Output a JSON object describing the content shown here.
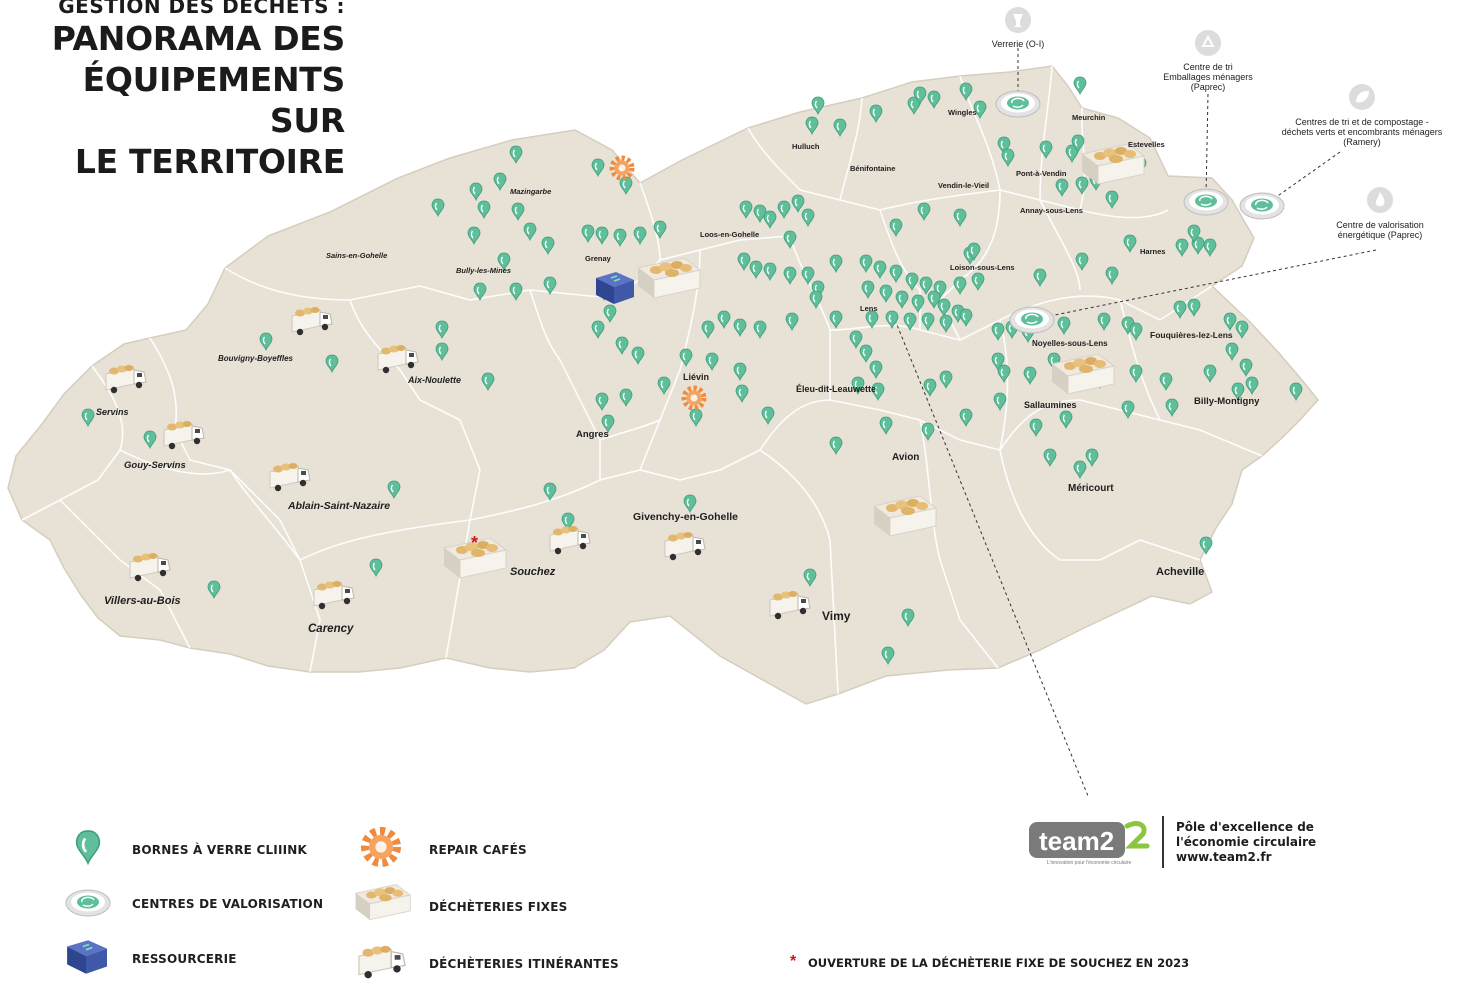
{
  "title": {
    "supertitle": "GESTION DES DÉCHETS :",
    "line1": "PANORAMA DES",
    "line2": "ÉQUIPEMENTS SUR",
    "line3": "LE TERRITOIRE"
  },
  "towns": [
    "Hulluch",
    "Bénifontaine",
    "Wingles",
    "Meurchin",
    "Estevelles",
    "Pont-à-Vendin",
    "Vendin-le-Vieil",
    "Annay-sous-Lens",
    "Mazingarbe",
    "Loos-en-Gohelle",
    "Sains-en-Gohelle",
    "Bully-les-Mines",
    "Grenay",
    "Loison-sous-Lens",
    "Harnes",
    "Lens",
    "Noyelles-sous-Lens",
    "Fouquières-lez-Lens",
    "Bouvigny-Boyeffles",
    "Aix-Noulette",
    "Liévin",
    "Éleu-dit-Leauwette",
    "Servins",
    "Sallaumines",
    "Billy-Montigny",
    "Angres",
    "Gouy-Servins",
    "Avion",
    "Méricourt",
    "Ablain-Saint-Nazaire",
    "Givenchy-en-Gohelle",
    "Souchez",
    "Acheville",
    "Villers-au-Bois",
    "Carency",
    "Vimy"
  ],
  "callouts": {
    "verrerie": "Verrerie (O-I)",
    "tri_emballages": [
      "Centre de tri",
      "Emballages ménagers",
      "(Paprec)"
    ],
    "compostage": [
      "Centres de tri et de compostage -",
      "déchets verts et encombrants ménagers",
      "(Ramery)"
    ],
    "valorisation": [
      "Centre de valorisation",
      "énergétique (Paprec)"
    ]
  },
  "legend": {
    "bornes": "BORNES À VERRE CLIIINK",
    "centres": "CENTRES DE VALORISATION",
    "ressourcerie": "RESSOURCERIE",
    "repair": "REPAIR CAFÉS",
    "fixes": "DÉCHÈTERIES FIXES",
    "itinerantes": "DÉCHÈTERIES ITINÉRANTES"
  },
  "note": "OUVERTURE DE LA DÉCHÈTERIE FIXE DE SOUCHEZ EN 2023",
  "logo": {
    "name": "team2",
    "tagline": "L'innovation pour l'économie circulaire"
  },
  "pole": {
    "line1": "Pôle d'excellence de",
    "line2": "l'économie circulaire",
    "line3": "www.team2.fr"
  },
  "colors": {
    "land": "#e8e1d6",
    "border": "#ffffff",
    "pin": "#5fbf9a",
    "repair": "#f08a3c",
    "ressourcerie": "#3f58a8",
    "dechet": "#e2b870",
    "star": "#d0161b"
  },
  "icons": [
    "pin-icon",
    "valorisation-disc-icon",
    "ressourcerie-cube-icon",
    "repair-gear-icon",
    "dechetterie-fixe-icon",
    "dechetterie-itinerante-icon",
    "glass-icon",
    "recycle-icon",
    "leaf-icon",
    "flame-icon"
  ]
}
